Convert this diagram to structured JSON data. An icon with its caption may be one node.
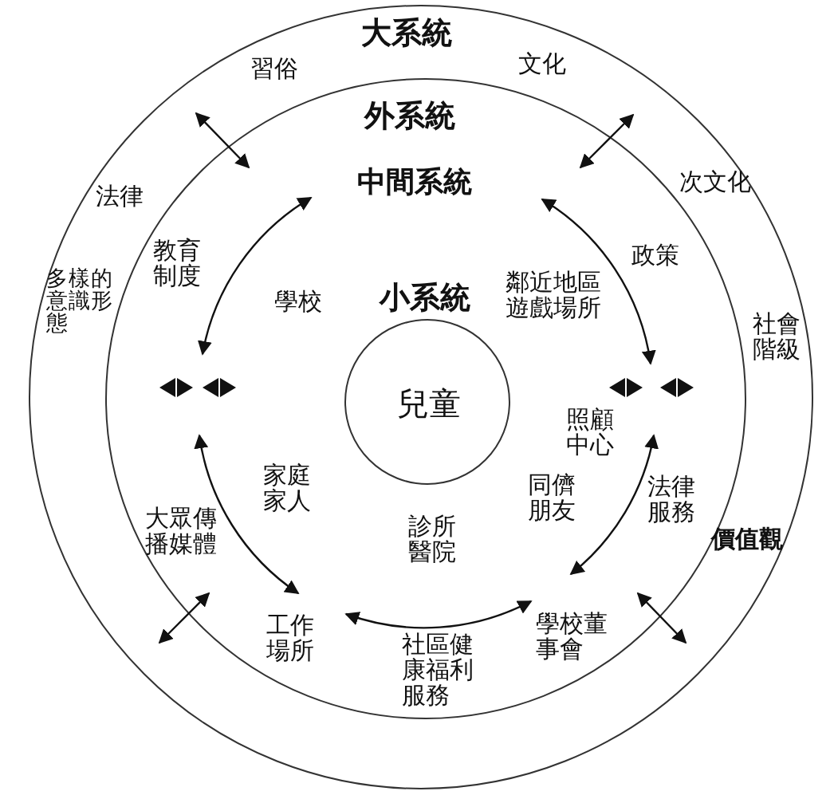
{
  "diagram": {
    "nodes": [
      {
        "text": [
          "大系統"
        ]
      },
      {
        "text": [
          "外系統"
        ],
        "in": 0
      },
      {
        "text": [
          "兒童"
        ],
        "in": 1
      }
    ],
    "labels": [
      "習俗",
      "文化",
      "法律",
      "中間系統",
      "次文化",
      "教育制度",
      "政策",
      "多樣的意識形態",
      "學校",
      "小系統",
      "鄰近地區遊戲場所",
      "社會階級",
      "照顧中心",
      "家庭家人",
      "同儕朋友",
      "法律服務",
      "大眾傳播媒體",
      "價值觀",
      "診所醫院",
      "工作場所",
      "學校董事會",
      "社區健康福利服務"
    ]
  }
}
